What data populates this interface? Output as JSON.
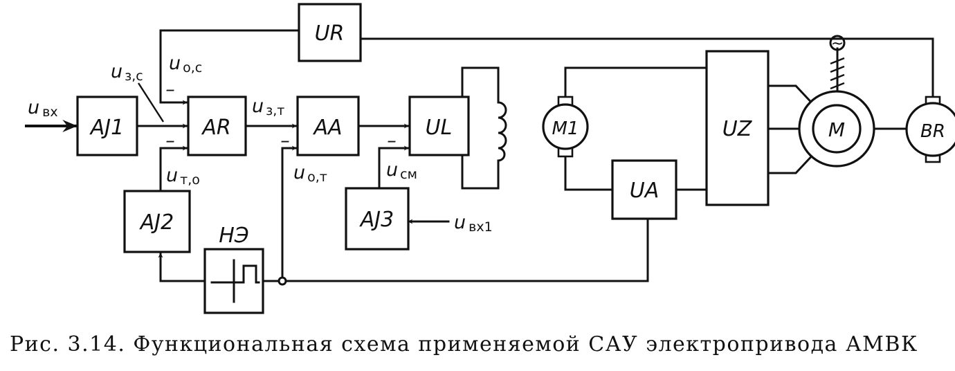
{
  "blocks": {
    "aj1": "AJ1",
    "ar": "AR",
    "aa": "AA",
    "ul": "UL",
    "ur": "UR",
    "aj2": "AJ2",
    "ne": "НЭ",
    "aj3": "AJ3",
    "m1": "M1",
    "ua": "UA",
    "uz": "UZ",
    "m": "M",
    "br": "BR"
  },
  "signals": {
    "u_vx": {
      "main": "u",
      "sub": "вх"
    },
    "u_zc": {
      "main": "u",
      "sub": "з,с"
    },
    "u_oc": {
      "main": "u",
      "sub": "о,с"
    },
    "u_zt": {
      "main": "u",
      "sub": "з,т"
    },
    "u_to": {
      "main": "u",
      "sub": "т,о"
    },
    "u_ot": {
      "main": "u",
      "sub": "о,т"
    },
    "u_cm": {
      "main": "u",
      "sub": "см"
    },
    "u_vx1": {
      "main": "u",
      "sub": "вх1"
    }
  },
  "marks": {
    "minus": "–",
    "ac_source": "~"
  },
  "caption": "Рис. 3.14. Функциональная схема применяемой САУ электропривода АМВК"
}
